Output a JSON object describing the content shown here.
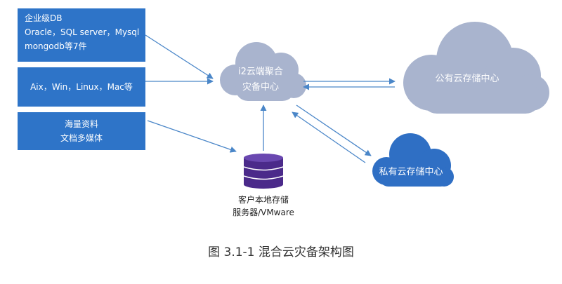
{
  "sources": {
    "db": {
      "title": "企业级DB",
      "line1": "Oracle，SQL server，Mysql",
      "line2": "mongodb等7件"
    },
    "os": {
      "text": "Aix，Win，Linux，Mac等"
    },
    "media": {
      "line1": "海量资料",
      "line2": "文档多媒体"
    }
  },
  "nodes": {
    "i2_cloud": {
      "line1": "i2云端聚合",
      "line2": "灾备中心"
    },
    "public_cloud": {
      "label": "公有云存储中心"
    },
    "private_cloud": {
      "label": "私有云存储中心"
    },
    "local_server": {
      "line1": "客户本地存储",
      "line2": "服务器/VMware"
    }
  },
  "caption": "图 3.1-1 混合云灾备架构图",
  "colors": {
    "box_blue": "#2e74c8",
    "cloud_gray": "#a9b4ce",
    "cloud_dark": "#2f6fc4",
    "database_purple": "#4b2a8a",
    "arrow": "#4a86c8"
  }
}
